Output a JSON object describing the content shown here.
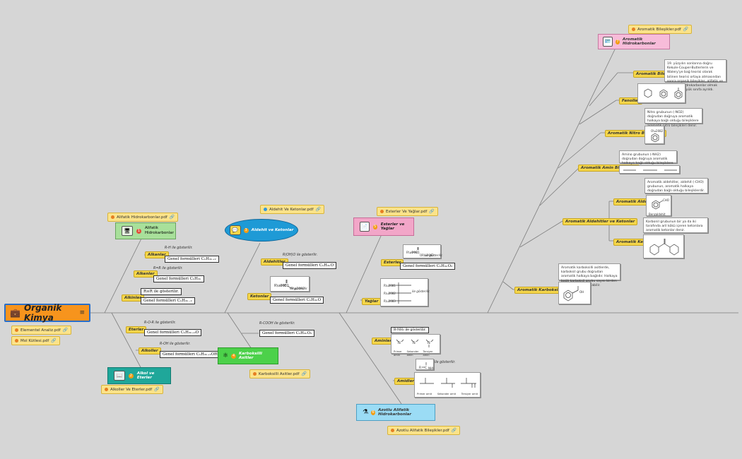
{
  "root": {
    "title": "Organik Kimya",
    "attachments": [
      "Elementel Analiz.pdf",
      "Mol Kütlesi.pdf"
    ]
  },
  "branches": {
    "aliphatic_hc": {
      "pdf": "Alifatik Hidrokarbonlar.pdf",
      "title": "Alifatik Hidrokarbonlar",
      "items": [
        {
          "tag": "Alkanlar",
          "note": "R-H ile gösterilir.",
          "formula": "Genel formülleri CₙH₂ₙ₊₂"
        },
        {
          "tag": "Alkenler",
          "note": "R=R ile gösterilir.",
          "formula": "Genel formülleri CₙH₂ₙ"
        },
        {
          "tag": "Alkinler",
          "note": "R≡R ile gösterilir.",
          "formula": "Genel formülleri CₙH₂ₙ₋₂"
        }
      ]
    },
    "alcohol_ether": {
      "pdf": "Alkoller Ve Eterler.pdf",
      "title": "Alkol ve Eterler",
      "items": [
        {
          "tag": "Eterler",
          "note": "R-O-R ile gösterilir.",
          "formula": "Genel formülleri CₙH₂ₙ₊₂O"
        },
        {
          "tag": "Alkoller",
          "note": "R-OH ile gösterilir.",
          "formula": "Genel formülleri CₙH₂ₙ₊₁OH"
        }
      ]
    },
    "aldehyde_ketone": {
      "pdf": "Aldehit Ve Ketonlar.pdf",
      "title": "Aldehit ve Ketonlar",
      "items": [
        {
          "tag": "Aldehitler",
          "note": "R(OH)O ile gösterilir.",
          "formula": "Genel formülleri CₙH₂ₙO"
        },
        {
          "tag": "Ketonlar",
          "note": "ile gösterilir.",
          "formula": "Genel formülleri CₙH₂ₙO"
        }
      ]
    },
    "carboxylic": {
      "pdf": "Karboksilli Asitler.pdf",
      "title": "Karboksilli Asitler",
      "note": "R-COOH ile gösterilir.",
      "formula": "Genel formülleri CₙH₂ₙO₂"
    },
    "ester_fat": {
      "pdf": "Esterler Ve Yağlar.pdf",
      "title": "Esterler ve Yağlar",
      "items": [
        {
          "tag": "Esterler",
          "note": "ile gösterilir.",
          "formula": "Genel formülleri CₙH₂ₙO₂"
        },
        {
          "tag": "Yağlar",
          "note": "ile gösterilir."
        }
      ]
    },
    "nitrogen": {
      "pdf": "Azotlu Alifatik Bileşikler.pdf",
      "title": "Azotlu Alifatik Hidrokarbonlar",
      "items": [
        {
          "tag": "Aminler",
          "note": "R-NH₂ ile gösterilir.",
          "labels": [
            "Primer amin",
            "Sekonder amin",
            "Tersiyer amin"
          ]
        },
        {
          "tag": "Amidler",
          "note": "ile gösterilir.",
          "labels": [
            "Primer amit",
            "Sekonder amit",
            "Tersiyer amit"
          ]
        }
      ]
    },
    "aromatic": {
      "pdf": "Aromatik Bileşikler.pdf",
      "title": "Aromatik Hidrokarbonlar",
      "items": [
        {
          "tag": "Aromatik Bileşikler",
          "text": "19. yüzyılın sonlarına doğru Kekule-Couper-Butlerlerin ve Walery'ye bağ teorisi olarak bilinen teorisi ortaya atmasından sonra organik bileşikler, alifatik ve aromatik hidrokarbonlar olmak üzere iki büyük sınıfa ayrıldı."
        },
        {
          "tag": "Fenoller"
        },
        {
          "tag": "Aromatik Nitro Bileşikleri",
          "text": "Nitro grubunun (-NO2) doğrudan doğruya aromatik halkaya bağlı olduğu bileşiklere aromatik nitro bileşikleri denir."
        },
        {
          "tag": "Aromatik Amin Bileşikleri",
          "text": "Amino grubunun (-NH2) doğrudan doğruya aromatik halkaya bağlı olduğu bileşiklere aromatik aminler denir."
        },
        {
          "tag": "Aromatik Aldehitler ve Ketonlar",
          "sub": [
            {
              "tag": "Aromatik Aldehitler",
              "text": "Aromatik aldehitler, aldehit (-CHO) grubunun, aromatik halkaya doğrudan bağlı olduğu bileşiklerdir.",
              "caption": "Benzaldehit"
            },
            {
              "tag": "Aromatik Ketonlar",
              "text": "Karbonil grubunun bir ya da iki tarafında aril kökü içeren ketonlara aromatik ketonlar denir."
            }
          ]
        },
        {
          "tag": "Aromatik Karboksilli Asitler",
          "text": "Aromatik karboksilli asitlerde, karboksil grubu doğrudan aromatik halkaya bağlıdır. Halkaya bağlı karboksil grubu sayısı birden çok (iki veya üç) olabilir."
        }
      ]
    }
  },
  "colors": {
    "background": "#d6d6d6",
    "root": "#f7941d",
    "tag": "#f5d64a",
    "aliphatic": "#a8e09a",
    "alcohol": "#1fa79a",
    "aldehyde": "#1e9ad6",
    "carboxylic": "#4cd14a",
    "ester": "#f2a6c8",
    "nitrogen": "#9bdcf5",
    "aromatic": "#f7bcd9",
    "line": "#777777"
  }
}
